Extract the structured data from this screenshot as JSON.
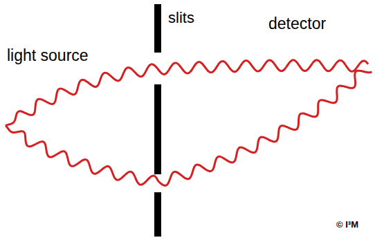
{
  "diagram": {
    "labels": [
      "slits",
      "light source",
      "detector",
      "© I³M"
    ]
  }
}
